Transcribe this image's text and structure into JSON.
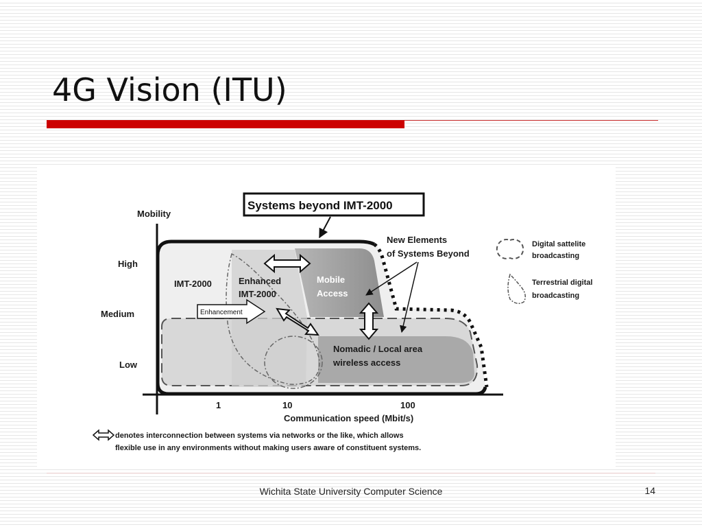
{
  "slide": {
    "title": "4G Vision (ITU)",
    "footer": "Wichita State University Computer Science",
    "page_number": "14"
  },
  "colors": {
    "accent_red": "#cc0000",
    "thin_rule": "#cc3333",
    "footer_rule": "#e8c8c8"
  },
  "diagram": {
    "header_box": "Systems beyond IMT-2000",
    "y_axis_title": "Mobility",
    "mobility_levels": [
      "High",
      "Medium",
      "Low"
    ],
    "x_axis_title": "Communication speed (Mbit/s)",
    "speed_ticks": [
      "1",
      "10",
      "100"
    ],
    "regions": {
      "imt2000": "IMT-2000",
      "enhanced_line1": "Enhanced",
      "enhanced_line2": "IMT-2000",
      "mobile_line1": "Mobile",
      "mobile_line2": "Access",
      "nomadic_line1": "Nomadic / Local area",
      "nomadic_line2": "wireless access"
    },
    "enhancement_arrow_label": "Enhancement",
    "new_elements_line1": "New Elements",
    "new_elements_line2": "of Systems Beyond",
    "legend": {
      "satellite_line1": "Digital sattelite",
      "satellite_line2": "broadcasting",
      "terrestrial_line1": "Terrestrial digital",
      "terrestrial_line2": "broadcasting"
    },
    "caption_line1": "denotes interconnection between systems via networks or the like, which allows",
    "caption_line2": "flexible use in any environments without making users aware of constituent systems."
  }
}
